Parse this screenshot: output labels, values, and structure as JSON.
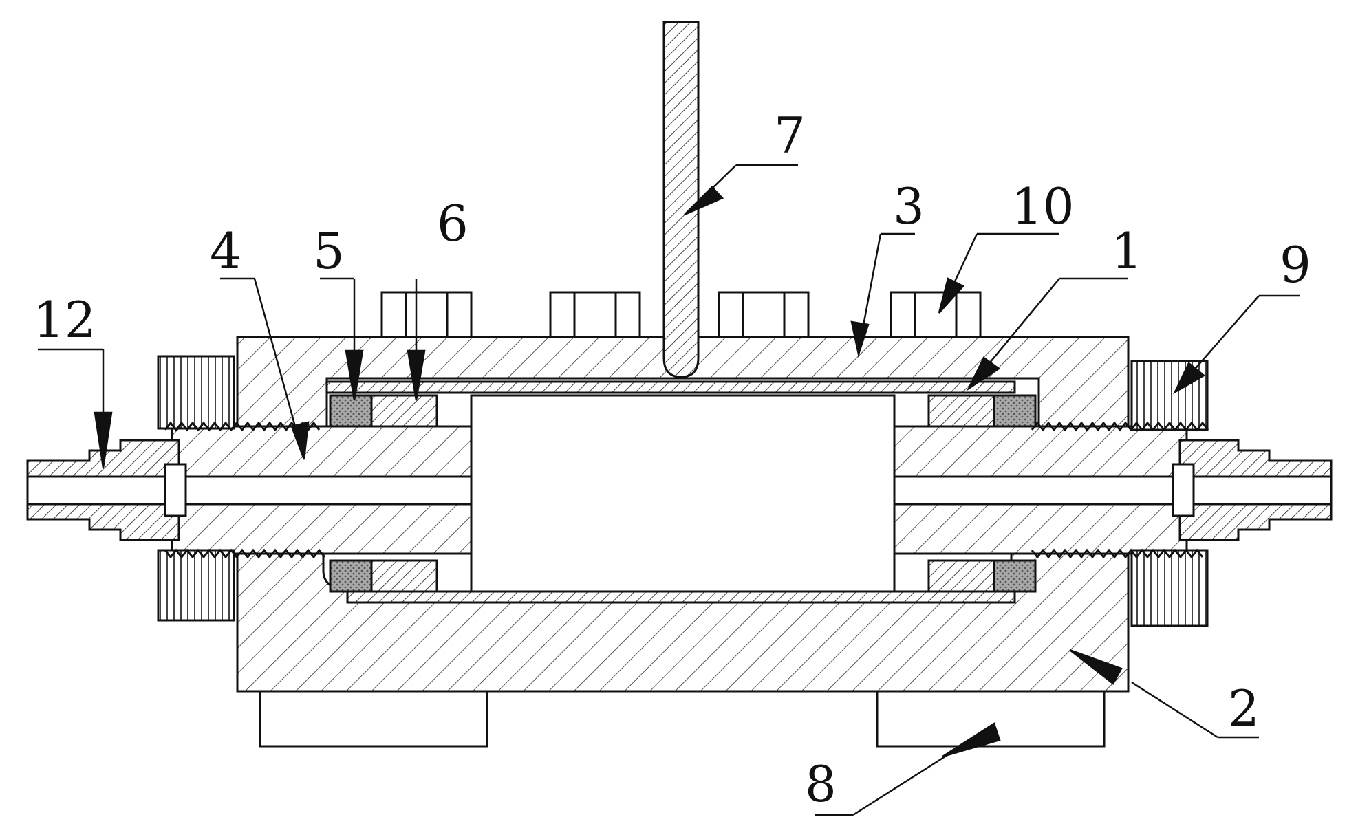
{
  "figure": {
    "labels": [
      {
        "id": "1",
        "text": "1"
      },
      {
        "id": "2",
        "text": "2"
      },
      {
        "id": "3",
        "text": "3"
      },
      {
        "id": "4",
        "text": "4"
      },
      {
        "id": "5",
        "text": "5"
      },
      {
        "id": "6",
        "text": "6"
      },
      {
        "id": "7",
        "text": "7"
      },
      {
        "id": "8",
        "text": "8"
      },
      {
        "id": "9",
        "text": "9"
      },
      {
        "id": "10",
        "text": "10"
      },
      {
        "id": "12",
        "text": "12"
      }
    ]
  },
  "colors": {
    "ink": "#111111",
    "hatch": "#555555",
    "seal": "#8a8a8a",
    "background": "#ffffff"
  }
}
